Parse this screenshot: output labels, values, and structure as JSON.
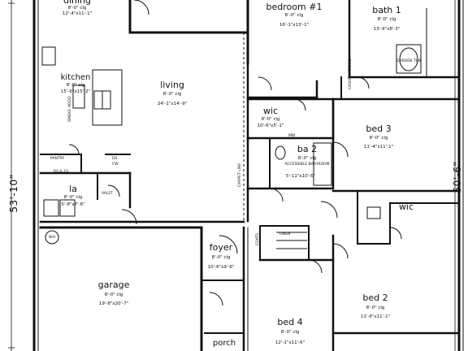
{
  "overall_dimensions": {
    "left": "53'-10\"",
    "right": "50'-6\""
  },
  "rooms": {
    "dining": {
      "name": "dining",
      "ceiling": "8'-0\" clg",
      "size": "12'-4\"x11'-1\""
    },
    "bedroom1": {
      "name": "bedroom #1",
      "ceiling": "8'-0\" clg",
      "size": "16'-1\"x13'-1\""
    },
    "bath1": {
      "name": "bath 1",
      "ceiling": "8'-0\" clg",
      "size": "13'-9\"x8'-3\""
    },
    "kitchen": {
      "name": "kitchen",
      "ceiling": "8'-0\" clg",
      "size": "15'-6\"x15'-2\""
    },
    "living": {
      "name": "living",
      "ceiling": "8'-0\" clg",
      "size": "24'-1\"x14'-9\""
    },
    "wic1": {
      "name": "wic",
      "ceiling": "8'-0\" clg",
      "size": "10'-6\"x5'-1\""
    },
    "bed3": {
      "name": "bed 3",
      "ceiling": "8'-0\" clg",
      "size": "11'-4\"x11'-1\""
    },
    "ba2": {
      "name": "ba 2",
      "ceiling": "8'-0\" clg",
      "note": "ACCESSIBLE BATHROOM",
      "size": "5'-11\"x10'-6\""
    },
    "la": {
      "name": "la",
      "ceiling": "8'-0\" clg",
      "size": "5'-8\"x7'-6\""
    },
    "wic2": {
      "name": "wic"
    },
    "foyer": {
      "name": "foyer",
      "ceiling": "8'-0\" clg",
      "size": "10'-6\"x9'-6\""
    },
    "garage": {
      "name": "garage",
      "ceiling": "8'-0\" clg",
      "size": "19'-8\"x20'-7\""
    },
    "bed2": {
      "name": "bed 2",
      "ceiling": "8'-0\" clg",
      "size": "11'-6\"x11'-1\""
    },
    "bed4": {
      "name": "bed 4",
      "ceiling": "8'-0\" clg",
      "size": "12'-1\"x11'-6\""
    },
    "porch": {
      "name": "porch"
    }
  },
  "small_labels": {
    "pantry": "PANTRY",
    "valet": "VALET",
    "garden_tub": "GARDEN TUB",
    "linen": "LINEN",
    "coats": "COATS",
    "wh": "WH",
    "cw": "CW",
    "rs1": "RS & 1S",
    "ds": "DS",
    "mw": "MW",
    "carpet_line": "CARPET LINE",
    "cased_opening": "CASED OPENING",
    "smoke_hood": "SMOKE HOOD"
  }
}
